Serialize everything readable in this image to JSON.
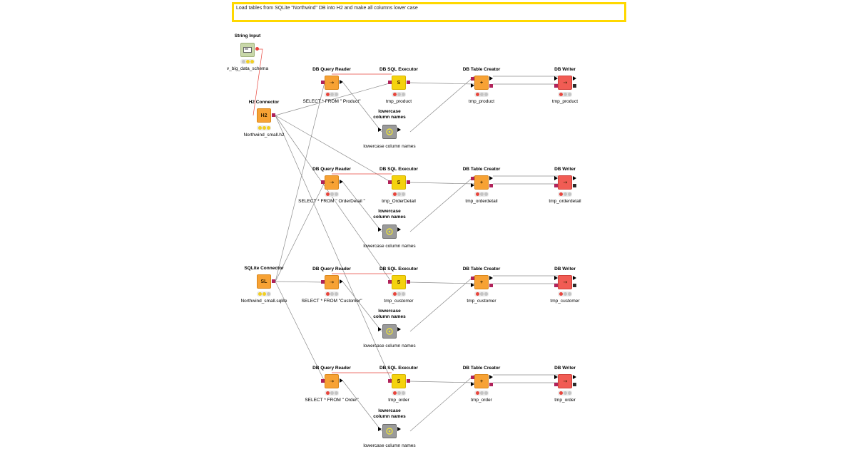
{
  "annotation": "Load tables from SQLite \"Northwind\" DB into H2 and make all columns lower case",
  "nodes": {
    "string_input": {
      "title": "String Input",
      "label": "v_big_data_schema"
    },
    "h2_connector": {
      "title": "H2 Connector",
      "label": "Northwind_small.h2"
    },
    "sqlite_connector": {
      "title": "SQLite Connector",
      "label": "Northwind_small.sqlite"
    }
  },
  "rows": [
    {
      "reader_title": "DB Query Reader",
      "reader_label": "SELECT * FROM \"  Product\"",
      "exec_title": "DB SQL Executor",
      "exec_label": "tmp_product",
      "lower_title": "lowercase\ncolumn names",
      "lower_label": "lowercase column names",
      "creator_title": "DB Table Creator",
      "creator_label": "tmp_product",
      "writer_title": "DB Writer",
      "writer_label": "tmp_product"
    },
    {
      "reader_title": "DB Query Reader",
      "reader_label": "SELECT * FROM \"  OrderDetail \"",
      "exec_title": "DB SQL Executor",
      "exec_label": "tmp_OrderDetail",
      "lower_title": "lowercase\ncolumn names",
      "lower_label": "lowercase column names",
      "creator_title": "DB Table Creator",
      "creator_label": "tmp_orderdetail",
      "writer_title": "DB Writer",
      "writer_label": "tmp_orderdetail"
    },
    {
      "reader_title": "DB Query Reader",
      "reader_label": "SELECT * FROM \"Customer\"",
      "exec_title": "DB SQL Executor",
      "exec_label": "tmp_customer",
      "lower_title": "lowercase\ncolumn names",
      "lower_label": "lowercase column names",
      "creator_title": "DB Table Creator",
      "creator_label": "tmp_customer",
      "writer_title": "DB Writer",
      "writer_label": "tmp_customer"
    },
    {
      "reader_title": "DB Query Reader",
      "reader_label": "SELECT * FROM \"  Order\"",
      "exec_title": "DB SQL Executor",
      "exec_label": "tmp_order",
      "lower_title": "lowercase\ncolumn names",
      "lower_label": "lowercase column names",
      "creator_title": "DB Table Creator",
      "creator_label": "tmp_order",
      "writer_title": "DB Writer",
      "writer_label": "tmp_order"
    }
  ],
  "icons": {
    "string_input": "text-field-icon",
    "connector": "database-connector-icon",
    "reader": "db-reader-icon",
    "executor": "sql-s-icon",
    "lowercase": "metanode-icon",
    "creator": "table-plus-icon",
    "writer": "db-write-icon"
  },
  "colors": {
    "annotation_border": "#ffd800",
    "db_port": "#b0225a",
    "variable_line": "#e8453c",
    "wire": "#8c8c8c"
  }
}
